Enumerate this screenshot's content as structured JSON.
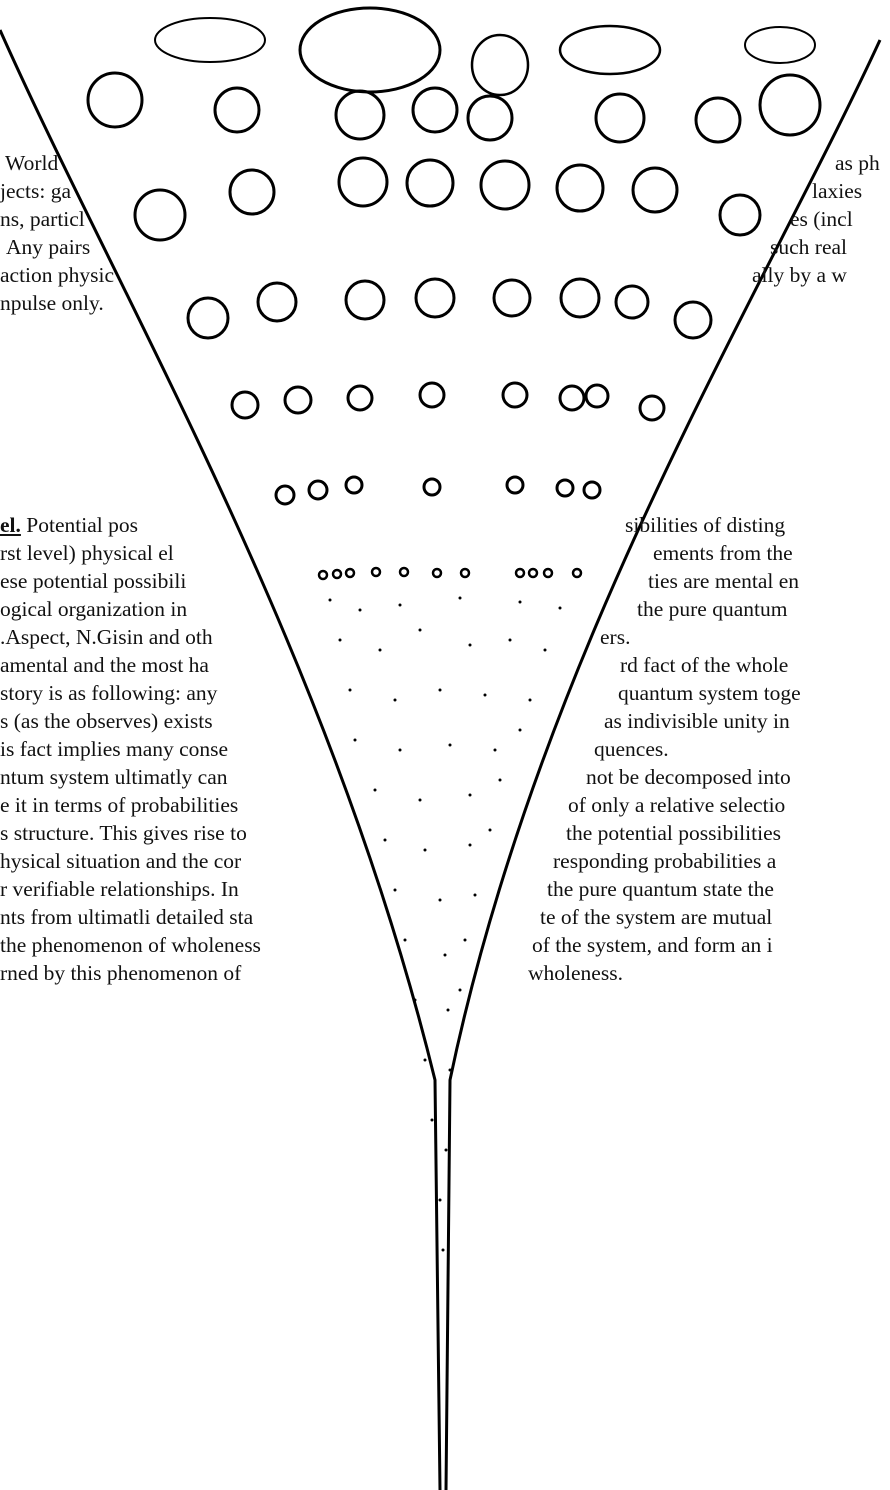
{
  "left_top": [
    "World",
    "jects: ga",
    "ns, particl",
    "Any pairs",
    "action physic",
    "npulse only."
  ],
  "right_top": [
    "as ph",
    "laxies",
    "es (incl",
    "such real",
    "ally by a w"
  ],
  "left_mid_heading": "el.",
  "left_mid_first": " Potential   pos",
  "left_mid": [
    "rst level) physical  el",
    "ese potential possibili",
    "ogical organization in",
    ".Aspect, N.Gisin and oth",
    "amental and the most ha",
    "story is as following: any",
    "s (as the observes) exists",
    "is fact implies many conse",
    "ntum system ultimatly can",
    "e it in terms of probabilities",
    "s structure. This gives rise to",
    "hysical situation and the cor",
    "r verifiable relationships. In",
    "nts from ultimatli detailed sta",
    "the phenomenon of wholeness",
    "rned by this phenomenon of"
  ],
  "right_mid": [
    "sibilities of disting",
    "ements from the",
    "ties are mental en",
    "the pure quantum",
    "ers.",
    "rd  fact of the whole",
    "quantum system toge",
    "as indivisible unity in",
    "quences.",
    "not be  decomposed into",
    "of only a relative selectio",
    "the potential possibilities",
    "responding probabilities a",
    "the pure quantum state the",
    "te of the system are mutual",
    "of the system, and form an i",
    "wholeness."
  ]
}
